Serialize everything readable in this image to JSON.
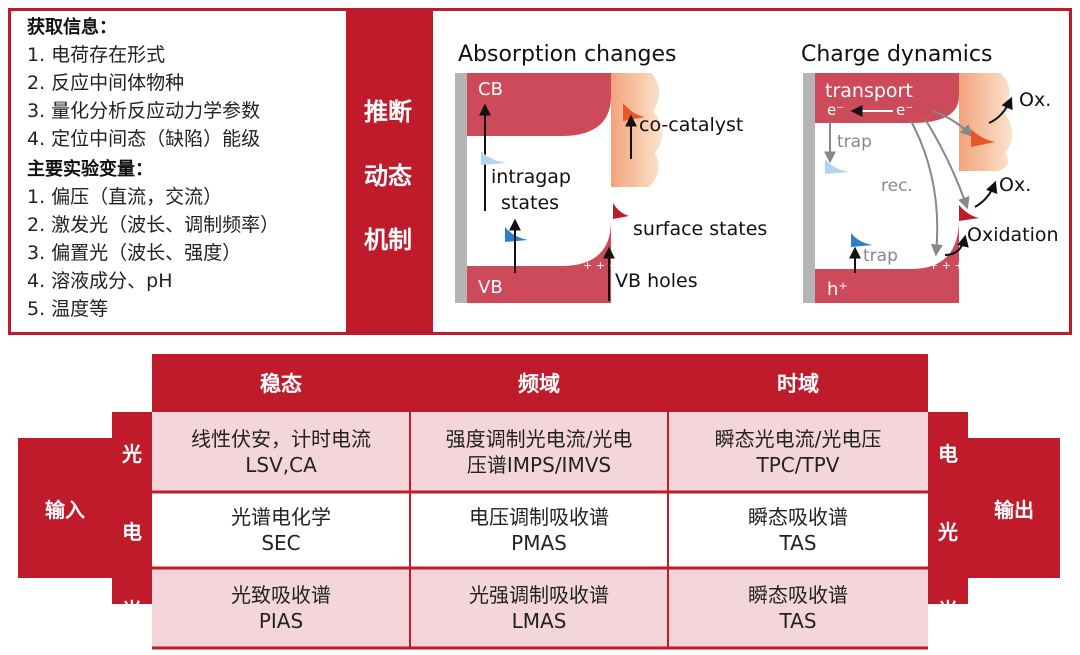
{
  "info": {
    "title1": "获取信息：",
    "items1": [
      "1. 电荷存在形式",
      "2. 反应中间体物种",
      "3. 量化分析反应动力学参数",
      "4. 定位中间态（缺陷）能级"
    ],
    "title2": "主要实验变量：",
    "items2": [
      "1. 偏压（直流，交流）",
      "2. 激发光（波长、调制频率）",
      "3. 偏置光（波长、强度）",
      "4. 溶液成分、pH",
      "5. 温度等"
    ]
  },
  "mechanism": {
    "line1": "推断",
    "line2": "动态",
    "line3": "机制"
  },
  "diagram": {
    "left": {
      "title": "Absorption changes",
      "cb": "CB",
      "vb": "VB",
      "cocatalyst": "co-catalyst",
      "intragap1": "intragap",
      "intragap2": "states",
      "surface": "surface states",
      "vbholes": "VB holes"
    },
    "right": {
      "title": "Charge dynamics",
      "transport": "transport",
      "e1": "e⁻",
      "e2": "e⁻",
      "trap1": "trap",
      "trap2": "trap",
      "rec": "rec.",
      "ox1": "Ox.",
      "ox2": "Ox.",
      "oxidation": "Oxidation",
      "h": "h⁺"
    }
  },
  "table": {
    "headers": [
      "稳态",
      "频域",
      "时域"
    ],
    "input_label": "输入",
    "output_label": "输出",
    "input_types": [
      "光",
      "电",
      "光"
    ],
    "output_types": [
      "电",
      "光",
      "光"
    ],
    "rows": [
      [
        [
          "线性伏安，计时电流",
          "LSV,CA"
        ],
        [
          "强度调制光电流/光电",
          "压谱IMPS/IMVS"
        ],
        [
          "瞬态光电流/光电压",
          "TPC/TPV"
        ]
      ],
      [
        [
          "光谱电化学",
          "SEC"
        ],
        [
          "电压调制吸收谱",
          "PMAS"
        ],
        [
          "瞬态吸收谱",
          "TAS"
        ]
      ],
      [
        [
          "光致吸收谱",
          "PIAS"
        ],
        [
          "光强调制吸收谱",
          "LMAS"
        ],
        [
          "瞬态吸收谱",
          "TAS"
        ]
      ]
    ]
  },
  "colors": {
    "red": "#c01b2b",
    "band": "#cc4a5a",
    "pink": "#f3d5da",
    "orange": "#e8562a",
    "blue": "#2f7fc8"
  }
}
